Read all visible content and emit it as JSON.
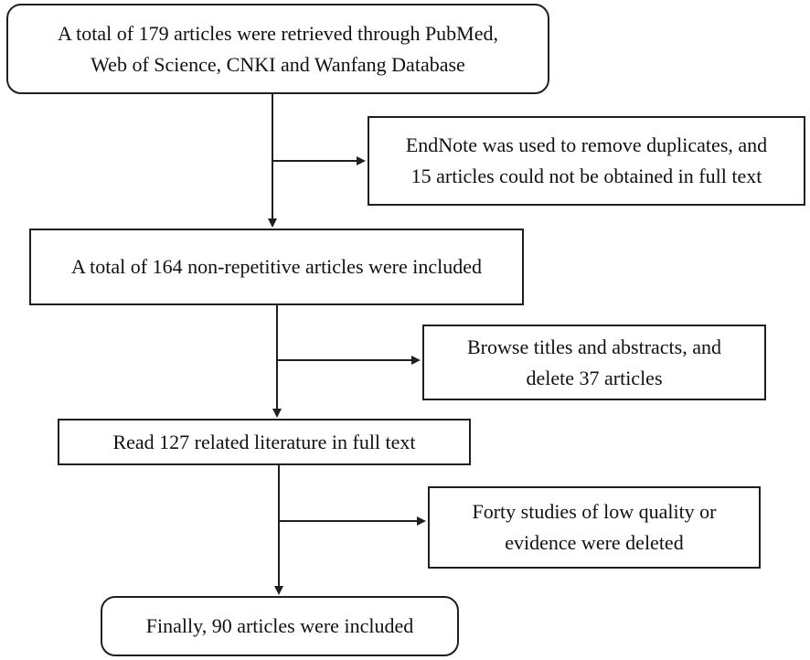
{
  "flow": {
    "step1": {
      "line1": "A total of 179 articles were retrieved through PubMed,",
      "line2": "Web of Science, CNKI and Wanfang Database"
    },
    "exclusion1": {
      "line1": "EndNote was used to remove duplicates, and",
      "line2": "15 articles could not be obtained in full text"
    },
    "step2": {
      "line1": "A total of 164 non-repetitive articles were included"
    },
    "exclusion2": {
      "line1": "Browse titles and abstracts, and",
      "line2": "delete 37 articles"
    },
    "step3": {
      "line1": "Read 127 related literature in full text"
    },
    "exclusion3": {
      "line1": "Forty studies of low quality or",
      "line2": "evidence were deleted"
    },
    "final": {
      "line1": "Finally, 90 articles were included"
    }
  },
  "colors": {
    "stroke": "#1f1f1f",
    "background": "#ffffff",
    "text": "#111111"
  }
}
